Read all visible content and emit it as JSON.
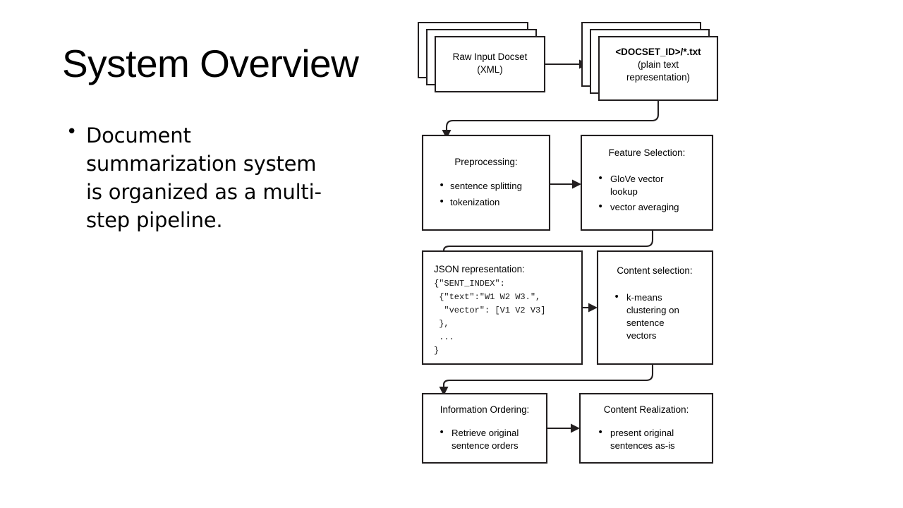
{
  "slide": {
    "title": "System Overview",
    "bullets": [
      "Document summarization system is organized as a multi-step pipeline."
    ],
    "bullet_glyph": "•"
  },
  "diagram": {
    "name": "document-summarization-pipeline",
    "stroke_color": "#231f20",
    "fill_color": "#ffffff",
    "nodes": [
      {
        "id": "raw-input-docset",
        "stacked": true,
        "lines": [
          "Raw Input Docset",
          "(XML)"
        ],
        "bullets": []
      },
      {
        "id": "plain-text-representation",
        "stacked": true,
        "lines": [
          "<DOCSET_ID>/*.txt",
          "(plain text",
          "representation)"
        ],
        "bold_first_line": true,
        "bullets": []
      },
      {
        "id": "preprocessing",
        "stacked": false,
        "title": "Preprocessing:",
        "bullets": [
          "sentence splitting",
          "tokenization"
        ]
      },
      {
        "id": "feature-selection",
        "stacked": false,
        "title": "Feature Selection:",
        "bullets": [
          "GloVe vector lookup",
          "vector averaging"
        ]
      },
      {
        "id": "json-representation",
        "stacked": false,
        "title": "JSON representation:",
        "code": [
          "{\"SENT_INDEX\":",
          " {\"text\":\"W1 W2 W3.\",",
          "  \"vector\": [V1 V2 V3]",
          " },",
          " ...",
          "}"
        ],
        "bullets": []
      },
      {
        "id": "content-selection",
        "stacked": false,
        "title": "Content selection:",
        "bullets": [
          "k-means clustering on sentence vectors"
        ]
      },
      {
        "id": "information-ordering",
        "stacked": false,
        "title": "Information Ordering:",
        "bullets": [
          "Retrieve original sentence orders"
        ]
      },
      {
        "id": "content-realization",
        "stacked": false,
        "title": "Content Realization:",
        "bullets": [
          "present original sentences as-is"
        ]
      }
    ],
    "edges": [
      {
        "from": "raw-input-docset",
        "to": "plain-text-representation",
        "kind": "horizontal-arrow"
      },
      {
        "from": "plain-text-representation",
        "to": "preprocessing",
        "kind": "serpentine-down"
      },
      {
        "from": "preprocessing",
        "to": "feature-selection",
        "kind": "horizontal-arrow"
      },
      {
        "from": "feature-selection",
        "to": "json-representation",
        "kind": "serpentine-down"
      },
      {
        "from": "json-representation",
        "to": "content-selection",
        "kind": "horizontal-arrow"
      },
      {
        "from": "content-selection",
        "to": "information-ordering",
        "kind": "serpentine-down"
      },
      {
        "from": "information-ordering",
        "to": "content-realization",
        "kind": "horizontal-arrow"
      }
    ]
  }
}
